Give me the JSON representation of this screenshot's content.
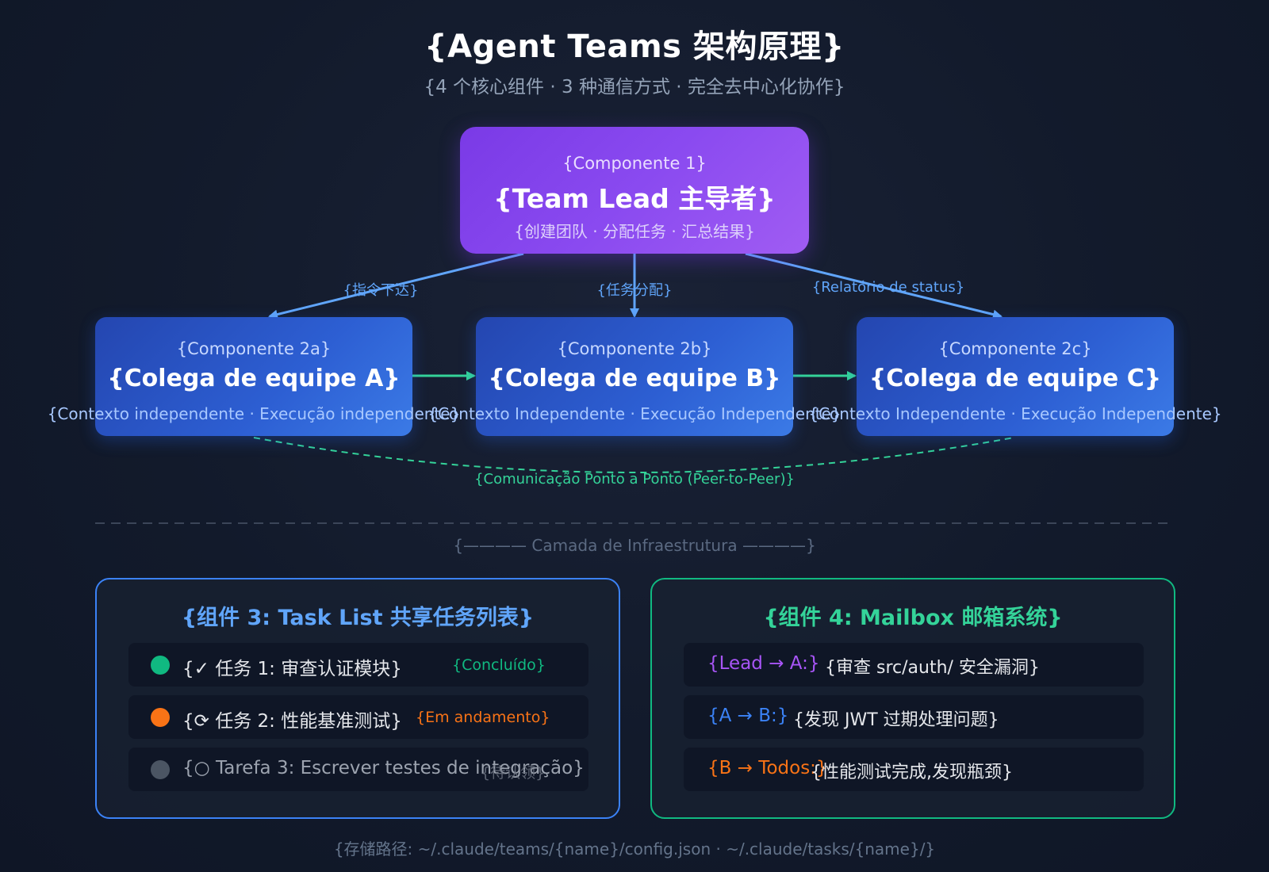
{
  "header": {
    "title": "{Agent Teams 架构原理}",
    "subtitle": "{4 个核心组件 · 3 种通信方式 · 完全去中心化协作}"
  },
  "lead": {
    "label": "{Componente 1}",
    "title": "{Team Lead 主导者}",
    "desc": "{创建团队 · 分配任务 · 汇总结果}"
  },
  "edges": {
    "left": "{指令下达}",
    "center": "{任务分配}",
    "right": "{Relatório de status}",
    "p2p": "{Comunicação Ponto a Ponto (Peer-to-Peer)}"
  },
  "teammates": [
    {
      "label": "{Componente 2a}",
      "title": "{Colega de equipe A}",
      "desc": "{Contexto independente · Execução independente}"
    },
    {
      "label": "{Componente 2b}",
      "title": "{Colega de equipe B}",
      "desc": "{Contexto Independente · Execução Independente}"
    },
    {
      "label": "{Componente 2c}",
      "title": "{Colega de equipe C}",
      "desc": "{Contexto Independente · Execução Independente}"
    }
  ],
  "infra": {
    "label": "{———— Camada de Infraestrutura ————}"
  },
  "task_panel": {
    "title": "{组件 3: Task List 共享任务列表}",
    "items": [
      {
        "text": "{✓ 任务 1: 审查认证模块}",
        "status": "{Concluído}",
        "color": "#10b981"
      },
      {
        "text": "{⟳ 任务 2: 性能基准测试}",
        "status": "{Em andamento}",
        "color": "#f97316"
      },
      {
        "text": "{○ Tarefa 3: Escrever testes de integração}",
        "status": "{待认领}",
        "color": "#4b5563"
      }
    ]
  },
  "mail_panel": {
    "title": "{组件 4: Mailbox 邮箱系统}",
    "items": [
      {
        "from": "{Lead → A:}",
        "text": "{审查 src/auth/ 安全漏洞}",
        "color": "#a855f7"
      },
      {
        "from": "{A → B:}",
        "text": "{发现 JWT 过期处理问题}",
        "color": "#3b82f6"
      },
      {
        "from": "{B → Todos:}",
        "text": "{性能测试完成,发现瓶颈}",
        "color": "#f97316"
      }
    ]
  },
  "footer": {
    "text": "{存储路径: ~/.claude/teams/{name}/config.json · ~/.claude/tasks/{name}/}"
  },
  "colors": {
    "lead": "#7c3aed",
    "teammate": "#2563eb",
    "link_blue": "#60a5fa",
    "link_green": "#34d399",
    "task_border": "#3b82f6",
    "mail_border": "#10b981"
  }
}
